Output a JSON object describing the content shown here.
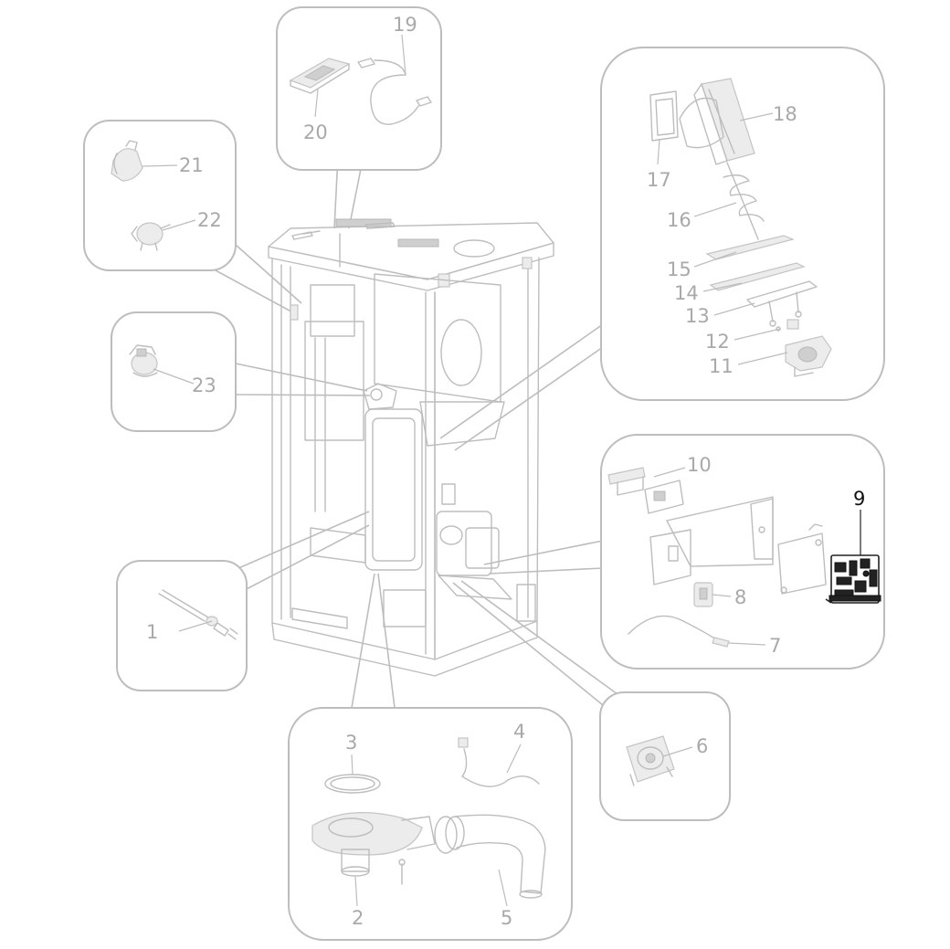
{
  "diagram": {
    "labels": [
      "1",
      "2",
      "3",
      "4",
      "5",
      "6",
      "7",
      "8",
      "9",
      "10",
      "11",
      "12",
      "13",
      "14",
      "15",
      "16",
      "17",
      "18",
      "19",
      "20",
      "21",
      "22",
      "23"
    ],
    "highlighted_label": "9",
    "colors": {
      "line": "#bdbdbd",
      "label": "#a9a9a9",
      "highlight": "#111111"
    }
  }
}
